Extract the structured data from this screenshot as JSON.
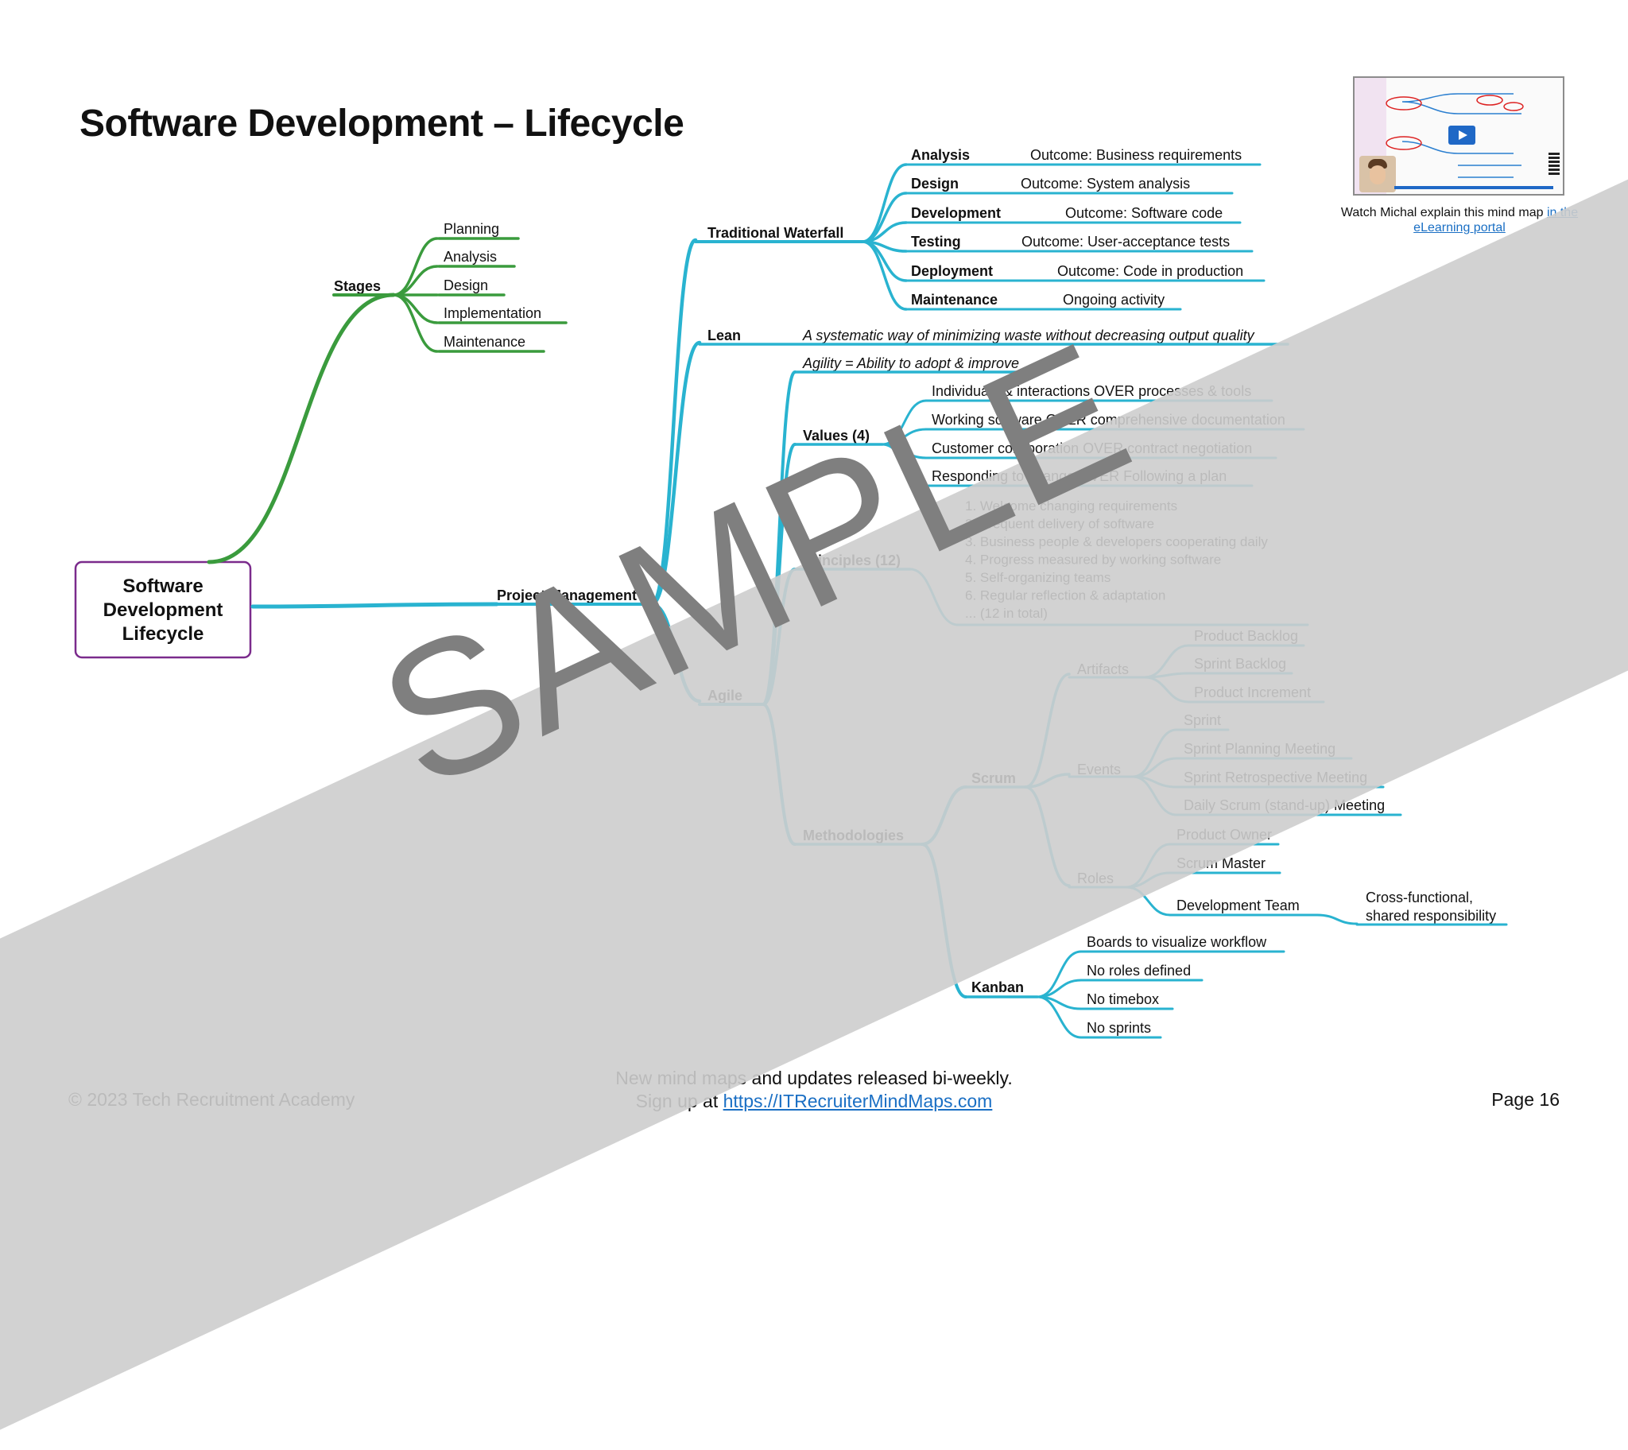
{
  "title": "Software Development – Lifecycle",
  "colors": {
    "stages_branch": "#3a9b3d",
    "pm_branch": "#29b3d0",
    "root_border": "#7b2b8c",
    "link": "#1a6fc4",
    "watermark_band": "#cdcdcd"
  },
  "mindmap": {
    "root": "Software Development Lifecycle",
    "stages": {
      "label": "Stages",
      "items": [
        "Planning",
        "Analysis",
        "Design",
        "Implementation",
        "Maintenance"
      ]
    },
    "pm": {
      "label": "Project Management",
      "waterfall": {
        "label": "Traditional Waterfall",
        "phases": [
          {
            "name": "Analysis",
            "outcome": "Outcome: Business requirements"
          },
          {
            "name": "Design",
            "outcome": "Outcome: System analysis"
          },
          {
            "name": "Development",
            "outcome": "Outcome: Software code"
          },
          {
            "name": "Testing",
            "outcome": "Outcome: User-acceptance tests"
          },
          {
            "name": "Deployment",
            "outcome": "Outcome: Code in production"
          },
          {
            "name": "Maintenance",
            "outcome": "Ongoing activity"
          }
        ]
      },
      "lean": {
        "label": "Lean",
        "desc": "A systematic way of minimizing waste without decreasing output quality"
      },
      "agile": {
        "label": "Agile",
        "definition": "Agility = Ability to adopt & improve",
        "values": {
          "label": "Values (4)",
          "items": [
            "Individuals & interactions OVER processes & tools",
            "Working software OVER comprehensive documentation",
            "Customer collaboration OVER contract negotiation",
            "Responding to change OVER Following a plan"
          ]
        },
        "principles": {
          "label": "Principles (12)",
          "items": [
            "1. Welcome changing requirements",
            "2. Frequent delivery of software",
            "3. Business people & developers cooperating daily",
            "4. Progress measured by working software",
            "5. Self-organizing teams",
            "6. Regular reflection & adaptation",
            "... (12 in total)"
          ]
        },
        "methodologies": {
          "label": "Methodologies",
          "scrum": {
            "label": "Scrum",
            "artifacts": {
              "label": "Artifacts",
              "items": [
                "Product Backlog",
                "Sprint Backlog",
                "Product Increment"
              ]
            },
            "events": {
              "label": "Events",
              "items": [
                "Sprint",
                "Sprint Planning Meeting",
                "Sprint Retrospective Meeting",
                "Daily Scrum (stand-up) Meeting"
              ]
            },
            "roles": {
              "label": "Roles",
              "items": [
                "Product Owner",
                "Scrum Master",
                "Development Team"
              ],
              "dev_team_note": [
                "Cross-functional,",
                "shared responsibility"
              ]
            }
          },
          "kanban": {
            "label": "Kanban",
            "items": [
              "Boards to visualize workflow",
              "No roles defined",
              "No timebox",
              "No sprints"
            ]
          }
        }
      }
    }
  },
  "thumbnail": {
    "caption_text": "Watch Michal explain this mind map ",
    "caption_link": "in the eLearning portal"
  },
  "footer": {
    "copyright": "© 2023 Tech Recruitment Academy",
    "updates": "New mind maps and updates released bi-weekly.",
    "signup_prefix": "Sign up at ",
    "signup_link": "https://ITRecruiterMindMaps.com",
    "page": "Page 16"
  },
  "watermark": "SAMPLE"
}
